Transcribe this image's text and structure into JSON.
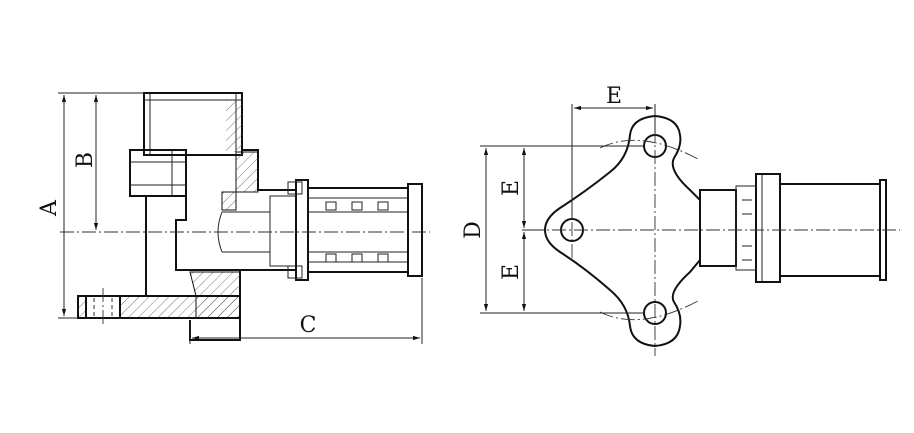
{
  "dimension_labels": {
    "a": "A",
    "b": "B",
    "c": "C",
    "d": "D",
    "e_top": "E",
    "e_mid": "E",
    "e_bottom": "E"
  },
  "colors": {
    "line": "#111111",
    "background": "#ffffff"
  }
}
